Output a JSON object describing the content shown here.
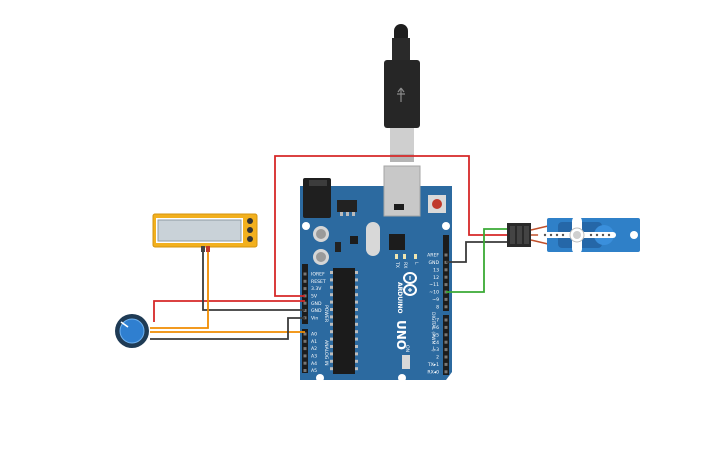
{
  "board": {
    "model": "UNO",
    "brand": "ARDUINO",
    "tx_label": "TX",
    "rx_label": "RX",
    "l_label": "L",
    "on_label": "ON",
    "digital_label": "DIGITAL (PWM ~)",
    "power_label": "POWER",
    "analog_label": "ANALOG IN",
    "power_pins": [
      "IOREF",
      "RESET",
      "3.3V",
      "5V",
      "GND",
      "GND",
      "Vin"
    ],
    "analog_pins": [
      "A0",
      "A1",
      "A2",
      "A3",
      "A4",
      "A5"
    ],
    "digital_pins_top": [
      "AREF",
      "GND",
      "13",
      "12",
      "~11",
      "~10",
      "~9",
      "8"
    ],
    "digital_pins_bottom": [
      "7",
      "~6",
      "~5",
      "4",
      "~3",
      "2",
      "TX▸1",
      "RX◂0"
    ]
  },
  "components": [
    "usb-cable",
    "arduino-uno",
    "micro-servo",
    "potentiometer",
    "multimeter"
  ],
  "colors": {
    "board": "#2c6aa0",
    "wire_red": "#d62828",
    "wire_black": "#3a3a3a",
    "wire_orange": "#f08c00",
    "wire_green": "#3aaa35",
    "servo": "#2f80c8",
    "meter": "#f2b01e",
    "pot": "#2f7fd0"
  }
}
